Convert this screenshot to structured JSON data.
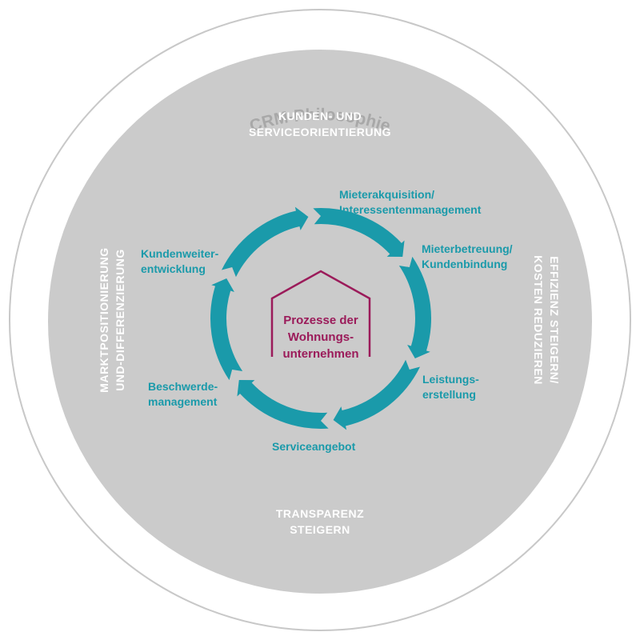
{
  "title": "CRM-Philosophie",
  "center": {
    "lines": [
      "Prozesse der",
      "Wohnungs-",
      "unternehmen"
    ]
  },
  "outer_labels": {
    "top": [
      "KUNDEN- UND",
      "SERVICEORIENTIERUNG"
    ],
    "bottom": [
      "TRANSPARENZ",
      "STEIGERN"
    ],
    "left": [
      "MARKTPOSITIONIERUNG",
      "UND-DIFFERENZIERUNG"
    ],
    "right": [
      "EFFIZIENZ STEIGERN/",
      "KOSTEN REDUZIEREN"
    ]
  },
  "cycle": [
    {
      "lines": [
        "Mieterakquisition/",
        "Interessentenmanagement"
      ]
    },
    {
      "lines": [
        "Mieterbetreuung/",
        "Kundenbindung"
      ]
    },
    {
      "lines": [
        "Leistungs-",
        "erstellung"
      ]
    },
    {
      "lines": [
        "Serviceangebot"
      ]
    },
    {
      "lines": [
        "Beschwerde-",
        "management"
      ]
    },
    {
      "lines": [
        "Kundenweiter-",
        "entwicklung"
      ]
    }
  ],
  "colors": {
    "outer_ring": "#c8c8c8",
    "inner_disc": "#cbcbcb",
    "cycle_arrows": "#1a9aaa",
    "center_house": "#9b1b5a",
    "outer_labels": "#ffffff",
    "title": "#a8a8a8"
  },
  "icons": {
    "center": "house-outline-icon",
    "cycle": "circular-arrow-segments"
  }
}
